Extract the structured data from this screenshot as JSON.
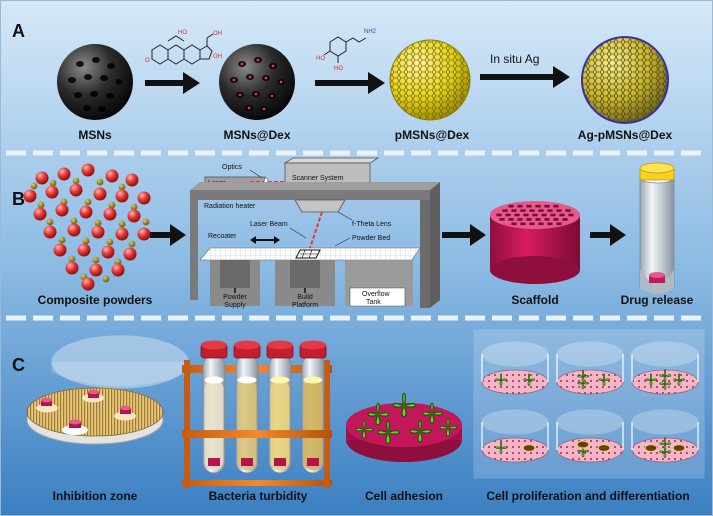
{
  "panels": {
    "a": {
      "letter": "A",
      "reaction_label": "In situ Ag",
      "stages": [
        "MSNs",
        "MSNs@Dex",
        "pMSNs@Dex",
        "Ag-pMSNs@Dex"
      ]
    },
    "b": {
      "letter": "B",
      "stages": [
        "Composite powders",
        "Scaffold",
        "Drug release"
      ],
      "printer_labels": {
        "optics": "Optics",
        "laser": "Laser",
        "scanner": "Scanner System",
        "radiation_heater": "Radiation heater",
        "laser_beam": "Laser Beam",
        "ftheta": "f-Theta Lens",
        "recoater": "Recoater",
        "powder_bed": "Powder Bed",
        "powder_supply_1": "Powder",
        "powder_supply_2": "Supply",
        "build_platform_1": "Build",
        "build_platform_2": "Platform",
        "overflow_1": "Overflow",
        "overflow_2": "Tank"
      }
    },
    "c": {
      "letter": "C",
      "stages": [
        "Inhibition zone",
        "Bacteria turbidity",
        "Cell adhesion",
        "Cell proliferation and differentiation"
      ]
    }
  },
  "colors": {
    "bg_top": "#cfe3f6",
    "bg_bottom": "#3f86c6",
    "divider": "#e8f1fa",
    "scaffold": "#c2185b",
    "yellow_shell": "#e3d21a",
    "red_sphere": "#d32f2f",
    "olive_dot": "#8b7d1f"
  }
}
